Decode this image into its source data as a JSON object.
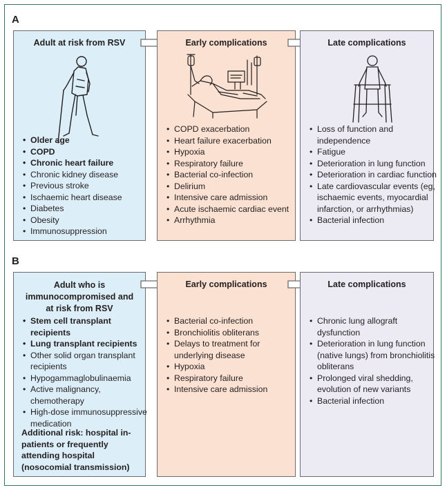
{
  "panelA": {
    "label": "A",
    "col1": {
      "title": "Adult at risk from RSV",
      "items": [
        {
          "text": "Older age",
          "bold": true
        },
        {
          "text": "COPD",
          "bold": true
        },
        {
          "text": "Chronic heart failure",
          "bold": true
        },
        {
          "text": "Chronic kidney disease",
          "bold": false
        },
        {
          "text": "Previous stroke",
          "bold": false
        },
        {
          "text": "Ischaemic heart disease",
          "bold": false
        },
        {
          "text": "Diabetes",
          "bold": false
        },
        {
          "text": "Obesity",
          "bold": false
        },
        {
          "text": "Immunosuppression",
          "bold": false
        }
      ]
    },
    "col2": {
      "title": "Early complications",
      "items": [
        {
          "text": "COPD exacerbation"
        },
        {
          "text": "Heart failure exacerbation"
        },
        {
          "text": "Hypoxia"
        },
        {
          "text": "Respiratory failure"
        },
        {
          "text": "Bacterial co-infection"
        },
        {
          "text": "Delirium"
        },
        {
          "text": "Intensive care admission"
        },
        {
          "text": "Acute ischaemic cardiac event"
        },
        {
          "text": "Arrhythmia"
        }
      ]
    },
    "col3": {
      "title": "Late complications",
      "items": [
        {
          "text": "Loss of function and independence"
        },
        {
          "text": "Fatigue"
        },
        {
          "text": "Deterioration in lung function"
        },
        {
          "text": "Deterioration in cardiac function"
        },
        {
          "text": "Late cardiovascular events (eg, ischaemic events, myocardial infarction, or arrhythmias)"
        },
        {
          "text": "Bacterial infection"
        }
      ]
    }
  },
  "panelB": {
    "label": "B",
    "col1": {
      "title": "Adult who is immunocompromised and at risk from RSV",
      "items": [
        {
          "text": "Stem cell transplant recipients",
          "bold": true
        },
        {
          "text": "Lung transplant recipients",
          "bold": true
        },
        {
          "text": "Other solid organ transplant recipients",
          "bold": false
        },
        {
          "text": "Hypogammaglobulinaemia",
          "bold": false
        },
        {
          "text": "Active malignancy, chemotherapy",
          "bold": false
        },
        {
          "text": "High-dose immunosuppressive medication",
          "bold": false
        }
      ],
      "additional": "Additional risk: hospital in-patients or frequently attending hospital (nosocomial transmission)"
    },
    "col2": {
      "title": "Early complications",
      "items": [
        {
          "text": "Bacterial co-infection"
        },
        {
          "text": "Bronchiolitis obliterans"
        },
        {
          "text": "Delays to treatment for underlying disease"
        },
        {
          "text": "Hypoxia"
        },
        {
          "text": "Respiratory failure"
        },
        {
          "text": "Intensive care admission"
        }
      ]
    },
    "col3": {
      "title": "Late complications",
      "items": [
        {
          "text": "Chronic lung allograft dysfunction"
        },
        {
          "text": "Deterioration in lung function (native lungs) from bronchiolitis obliterans"
        },
        {
          "text": "Prolonged viral shedding, evolution of new variants"
        },
        {
          "text": "Bacterial infection"
        }
      ]
    }
  },
  "colors": {
    "frame": "#2e7a55",
    "box_border": "#6b6b6b",
    "risk_fill": "#dceef8",
    "early_fill": "#fbe1d2",
    "late_fill": "#ecebf3"
  },
  "icons": [
    "walking-man-with-cane-icon",
    "hospital-bed-patient-icon",
    "man-with-walker-icon",
    "right-arrow-icon"
  ]
}
